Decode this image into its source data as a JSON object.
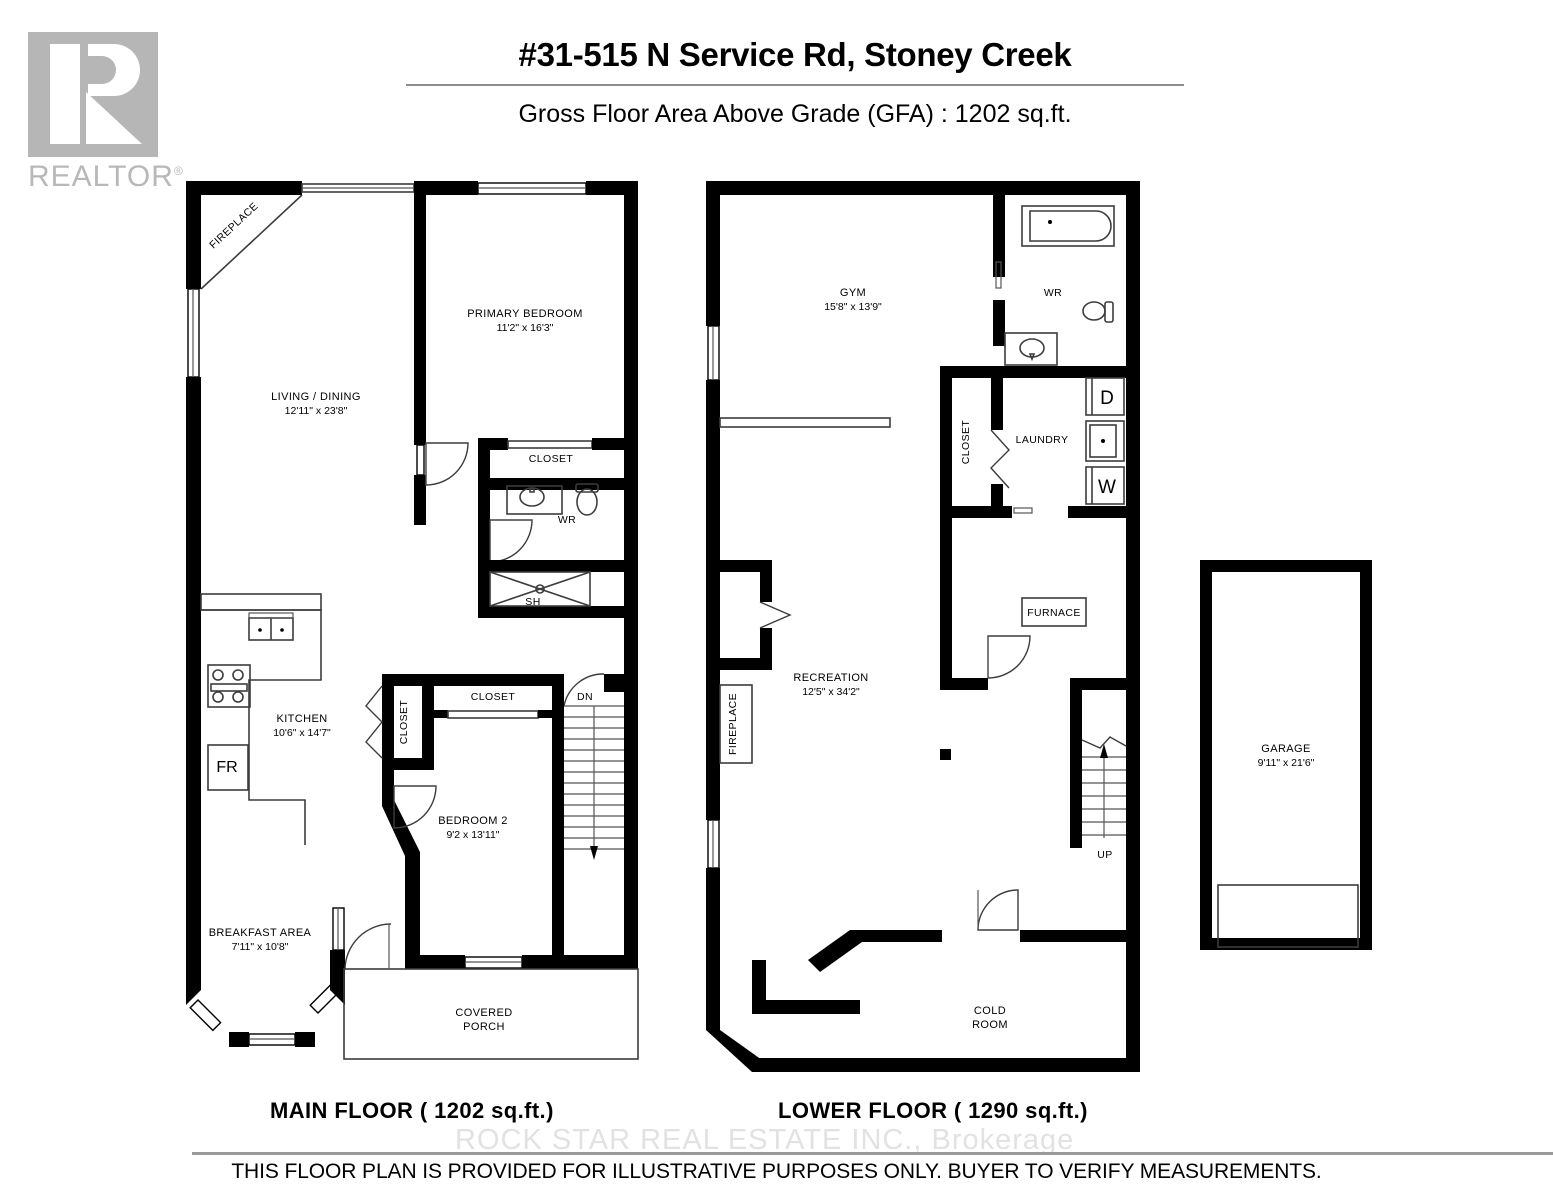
{
  "logo": {
    "wordmark": "REALTOR",
    "registered": "®"
  },
  "header": {
    "title": "#31-515 N Service Rd, Stoney Creek",
    "subtitle": "Gross Floor Area Above Grade  (GFA) : 1202 sq.ft."
  },
  "footer": {
    "main_floor_caption": "MAIN FLOOR ( 1202 sq.ft.)",
    "lower_floor_caption": "LOWER FLOOR ( 1290 sq.ft.)",
    "watermark": "ROCK STAR REAL ESTATE INC., Brokerage",
    "disclaimer": "THIS FLOOR PLAN IS PROVIDED FOR ILLUSTRATIVE PURPOSES ONLY. BUYER TO VERIFY MEASUREMENTS."
  },
  "main_floor": {
    "rooms": [
      {
        "name": "FIREPLACE",
        "dims": ""
      },
      {
        "name": "LIVING / DINING",
        "dims": "12'11\" x 23'8\""
      },
      {
        "name": "PRIMARY BEDROOM",
        "dims": "11'2\" x 16'3\""
      },
      {
        "name": "CLOSET",
        "dims": ""
      },
      {
        "name": "WR",
        "dims": ""
      },
      {
        "name": "SH",
        "dims": ""
      },
      {
        "name": "KITCHEN",
        "dims": "10'6\" x 14'7\""
      },
      {
        "name": "FR",
        "dims": ""
      },
      {
        "name": "CLOSET",
        "dims": ""
      },
      {
        "name": "CLOSET",
        "dims": ""
      },
      {
        "name": "DN",
        "dims": ""
      },
      {
        "name": "BEDROOM 2",
        "dims": "9'2 x 13'11\""
      },
      {
        "name": "BREAKFAST AREA",
        "dims": "7'11\" x 10'8\""
      },
      {
        "name": "COVERED PORCH",
        "dims": ""
      }
    ],
    "labels": {
      "fireplace": "FIREPLACE",
      "living_dining": "LIVING / DINING",
      "living_dining_dims": "12'11\" x 23'8\"",
      "primary_bedroom": "PRIMARY BEDROOM",
      "primary_bedroom_dims": "11'2\" x 16'3\"",
      "closet_primary": "CLOSET",
      "wr": "WR",
      "sh": "SH",
      "kitchen": "KITCHEN",
      "kitchen_dims": "10'6\" x 14'7\"",
      "fridge": "FR",
      "closet_hall_vertical": "CLOSET",
      "closet_bedroom2": "CLOSET",
      "stairs_down": "DN",
      "bedroom2": "BEDROOM 2",
      "bedroom2_dims": "9'2 x 13'11\"",
      "breakfast_area": "BREAKFAST AREA",
      "breakfast_area_dims": "7'11\" x 10'8\"",
      "covered_porch_line1": "COVERED",
      "covered_porch_line2": "PORCH"
    }
  },
  "lower_floor": {
    "labels": {
      "gym": "GYM",
      "gym_dims": "15'8\" x 13'9\"",
      "wr": "WR",
      "laundry": "LAUNDRY",
      "closet": "CLOSET",
      "dryer": "D",
      "washer": "W",
      "furnace": "FURNACE",
      "recreation": "RECREATION",
      "recreation_dims": "12'5\" x 34'2\"",
      "fireplace": "FIREPLACE",
      "stairs_up": "UP",
      "cold_room_line1": "COLD",
      "cold_room_line2": "ROOM"
    }
  },
  "garage": {
    "labels": {
      "name": "GARAGE",
      "dims": "9'11\" x 21'6\""
    }
  },
  "colors": {
    "wall": "#000000",
    "thin_line": "#4a4a4a",
    "logo_gray": "#b6b6b6",
    "watermark_gray": "#e2e2e2",
    "rule_gray": "#8d8d8d"
  }
}
